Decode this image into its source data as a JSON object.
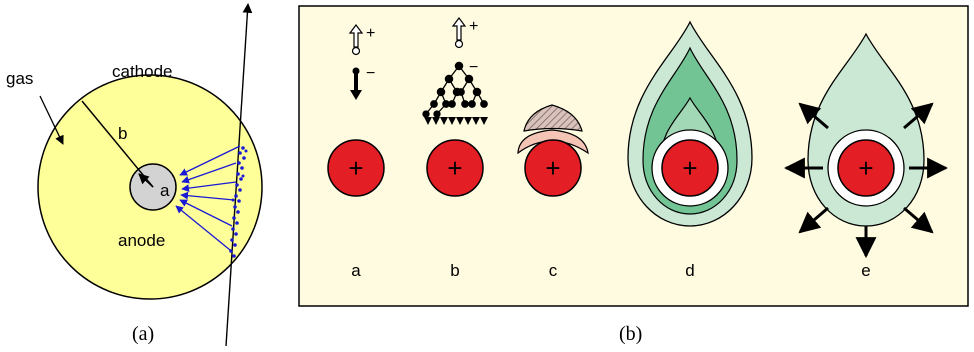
{
  "panel_a": {
    "caption": "(a)",
    "labels": {
      "gas": "gas",
      "cathode": "cathode",
      "b": "b",
      "a": "a",
      "anode": "anode"
    },
    "colors": {
      "gas_fill": "#ffff99",
      "anode_fill": "#d3d3d3",
      "field_lines": "#1a1ad6"
    }
  },
  "panel_b": {
    "caption": "(b)",
    "background": "#fffbe0",
    "stages": [
      {
        "label": "a",
        "wire_symbol": "+",
        "charge_plus": "+",
        "charge_minus": "−"
      },
      {
        "label": "b",
        "wire_symbol": "+",
        "charge_plus": "+",
        "charge_minus": "−"
      },
      {
        "label": "c",
        "wire_symbol": "+"
      },
      {
        "label": "d",
        "wire_symbol": "+"
      },
      {
        "label": "e",
        "wire_symbol": "+"
      }
    ],
    "colors": {
      "wire": "#e31e24",
      "drop_outer": "#cbe8d5",
      "drop_inner": "#73c495",
      "cap_pink": "#f4c4b4",
      "cap_hatch": "#b08a80"
    }
  }
}
